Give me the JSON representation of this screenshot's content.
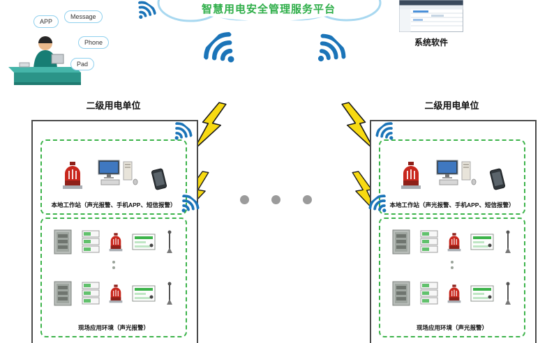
{
  "platform": {
    "title": "智慧用电安全管理服务平台"
  },
  "system_software": {
    "label": "系统软件"
  },
  "operator_bubbles": {
    "app": "APP",
    "message": "Message",
    "phone": "Phone",
    "pad": "Pad"
  },
  "units": [
    {
      "label": "二级用电单位",
      "workstation_caption": "本地工作站（声光报警、手机APP、短信报警）",
      "field_caption": "现场应用环境（声光报警）"
    },
    {
      "label": "二级用电单位",
      "workstation_caption": "本地工作站（声光报警、手机APP、短信报警）",
      "field_caption": "现场应用环境（声光报警）"
    }
  ],
  "icons": {
    "wifi": "wifi-signal-arcs",
    "lightning": "lightning-bolt",
    "siren": "alarm-beacon",
    "computer": "workstation-pc",
    "phone": "smartphone",
    "cabinet": "power-distribution-cabinet",
    "modules": "sensor-module-stack",
    "controller": "monitoring-terminal",
    "antenna": "antenna"
  },
  "colors": {
    "title_green": "#2fae49",
    "dashed_green": "#3cb34a",
    "wifi_blue": "#1b74b8",
    "lightning_yellow": "#f8da12",
    "siren_red": "#c8271d",
    "desk_teal": "#45b5a9"
  }
}
